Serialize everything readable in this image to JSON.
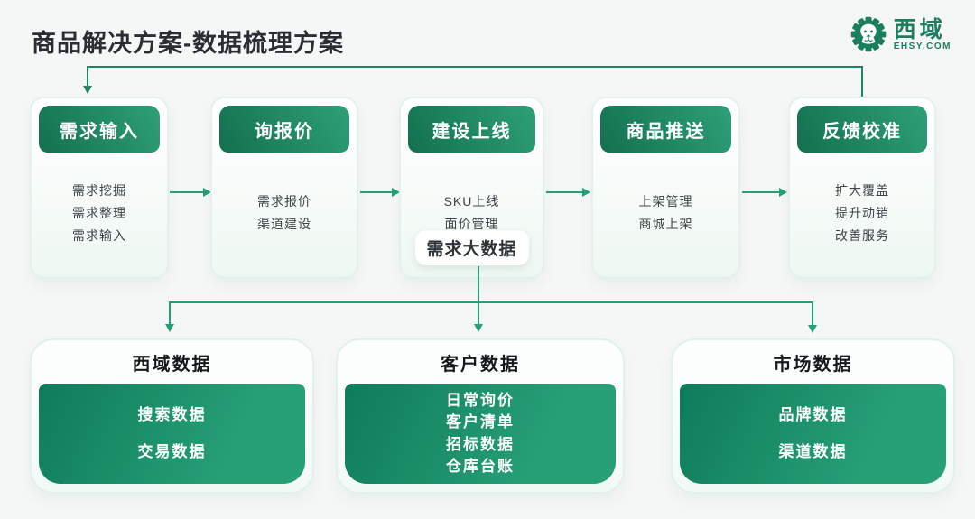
{
  "page": {
    "title": "商品解决方案-数据梳理方案"
  },
  "logo": {
    "name": "西域",
    "domain": "EHSY.COM"
  },
  "flow_cards": [
    {
      "title": "需求输入",
      "items": [
        "需求挖掘",
        "需求整理",
        "需求输入"
      ]
    },
    {
      "title": "询报价",
      "items": [
        "需求报价",
        "渠道建设"
      ]
    },
    {
      "title": "建设上线",
      "items": [
        "SKU上线",
        "面价管理"
      ],
      "badge": "需求大数据"
    },
    {
      "title": "商品推送",
      "items": [
        "上架管理",
        "商城上架"
      ]
    },
    {
      "title": "反馈校准",
      "items": [
        "扩大覆盖",
        "提升动销",
        "改善服务"
      ]
    }
  ],
  "data_cards": [
    {
      "title": "西域数据",
      "items": [
        "搜索数据",
        "交易数据"
      ]
    },
    {
      "title": "客户数据",
      "items": [
        "日常询价",
        "客户清单",
        "招标数据",
        "仓库台账"
      ]
    },
    {
      "title": "市场数据",
      "items": [
        "品牌数据",
        "渠道数据"
      ]
    }
  ],
  "colors": {
    "accent_green_dark": "#13704f",
    "accent_green": "#2ea077",
    "line_green": "#22a078",
    "feedback_line_green": "#1d8465",
    "logo_green": "#1b7f5f",
    "page_background": "#f5f6f6",
    "title_text": "#2a2e32"
  }
}
